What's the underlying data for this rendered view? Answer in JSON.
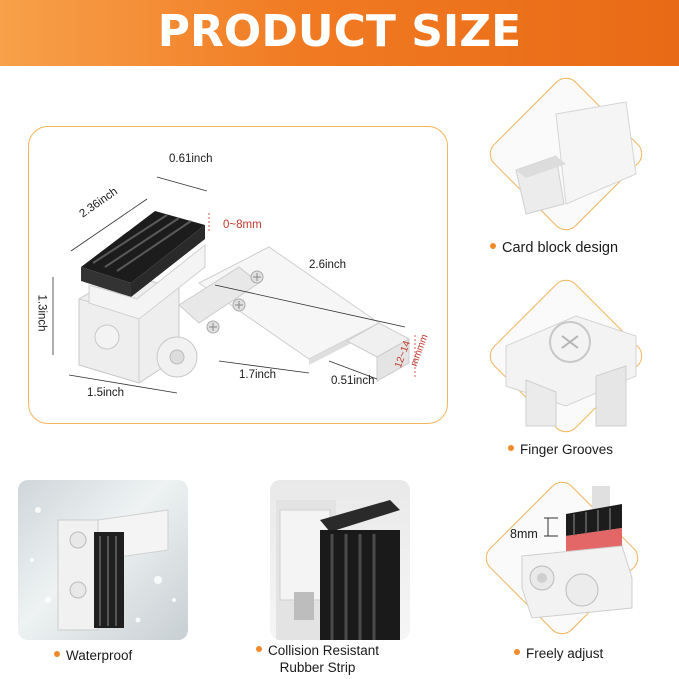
{
  "banner": {
    "title": "PRODUCT SIZE"
  },
  "dimensions": {
    "top_width": "0.61inch",
    "length": "2.36inch",
    "gap": "0~8mm",
    "height": "1.3inch",
    "plate_length": "2.6inch",
    "base_width": "1.5inch",
    "plate_short": "1.7inch",
    "tab_width": "0.51inch",
    "tab_height_range": "12~14",
    "tab_height_unit": "mmmm"
  },
  "features": [
    {
      "label": "Card block design"
    },
    {
      "label": "Finger Grooves"
    }
  ],
  "bottom": {
    "waterproof": "Waterproof",
    "collision_line1": "Collision Resistant",
    "collision_line2": "Rubber Strip",
    "freely": "Freely adjust",
    "adjust_measure": "8mm"
  },
  "colors": {
    "accent_orange": "#f07a22",
    "border_orange": "#f2b45c",
    "dimension_red": "#c0392b"
  }
}
